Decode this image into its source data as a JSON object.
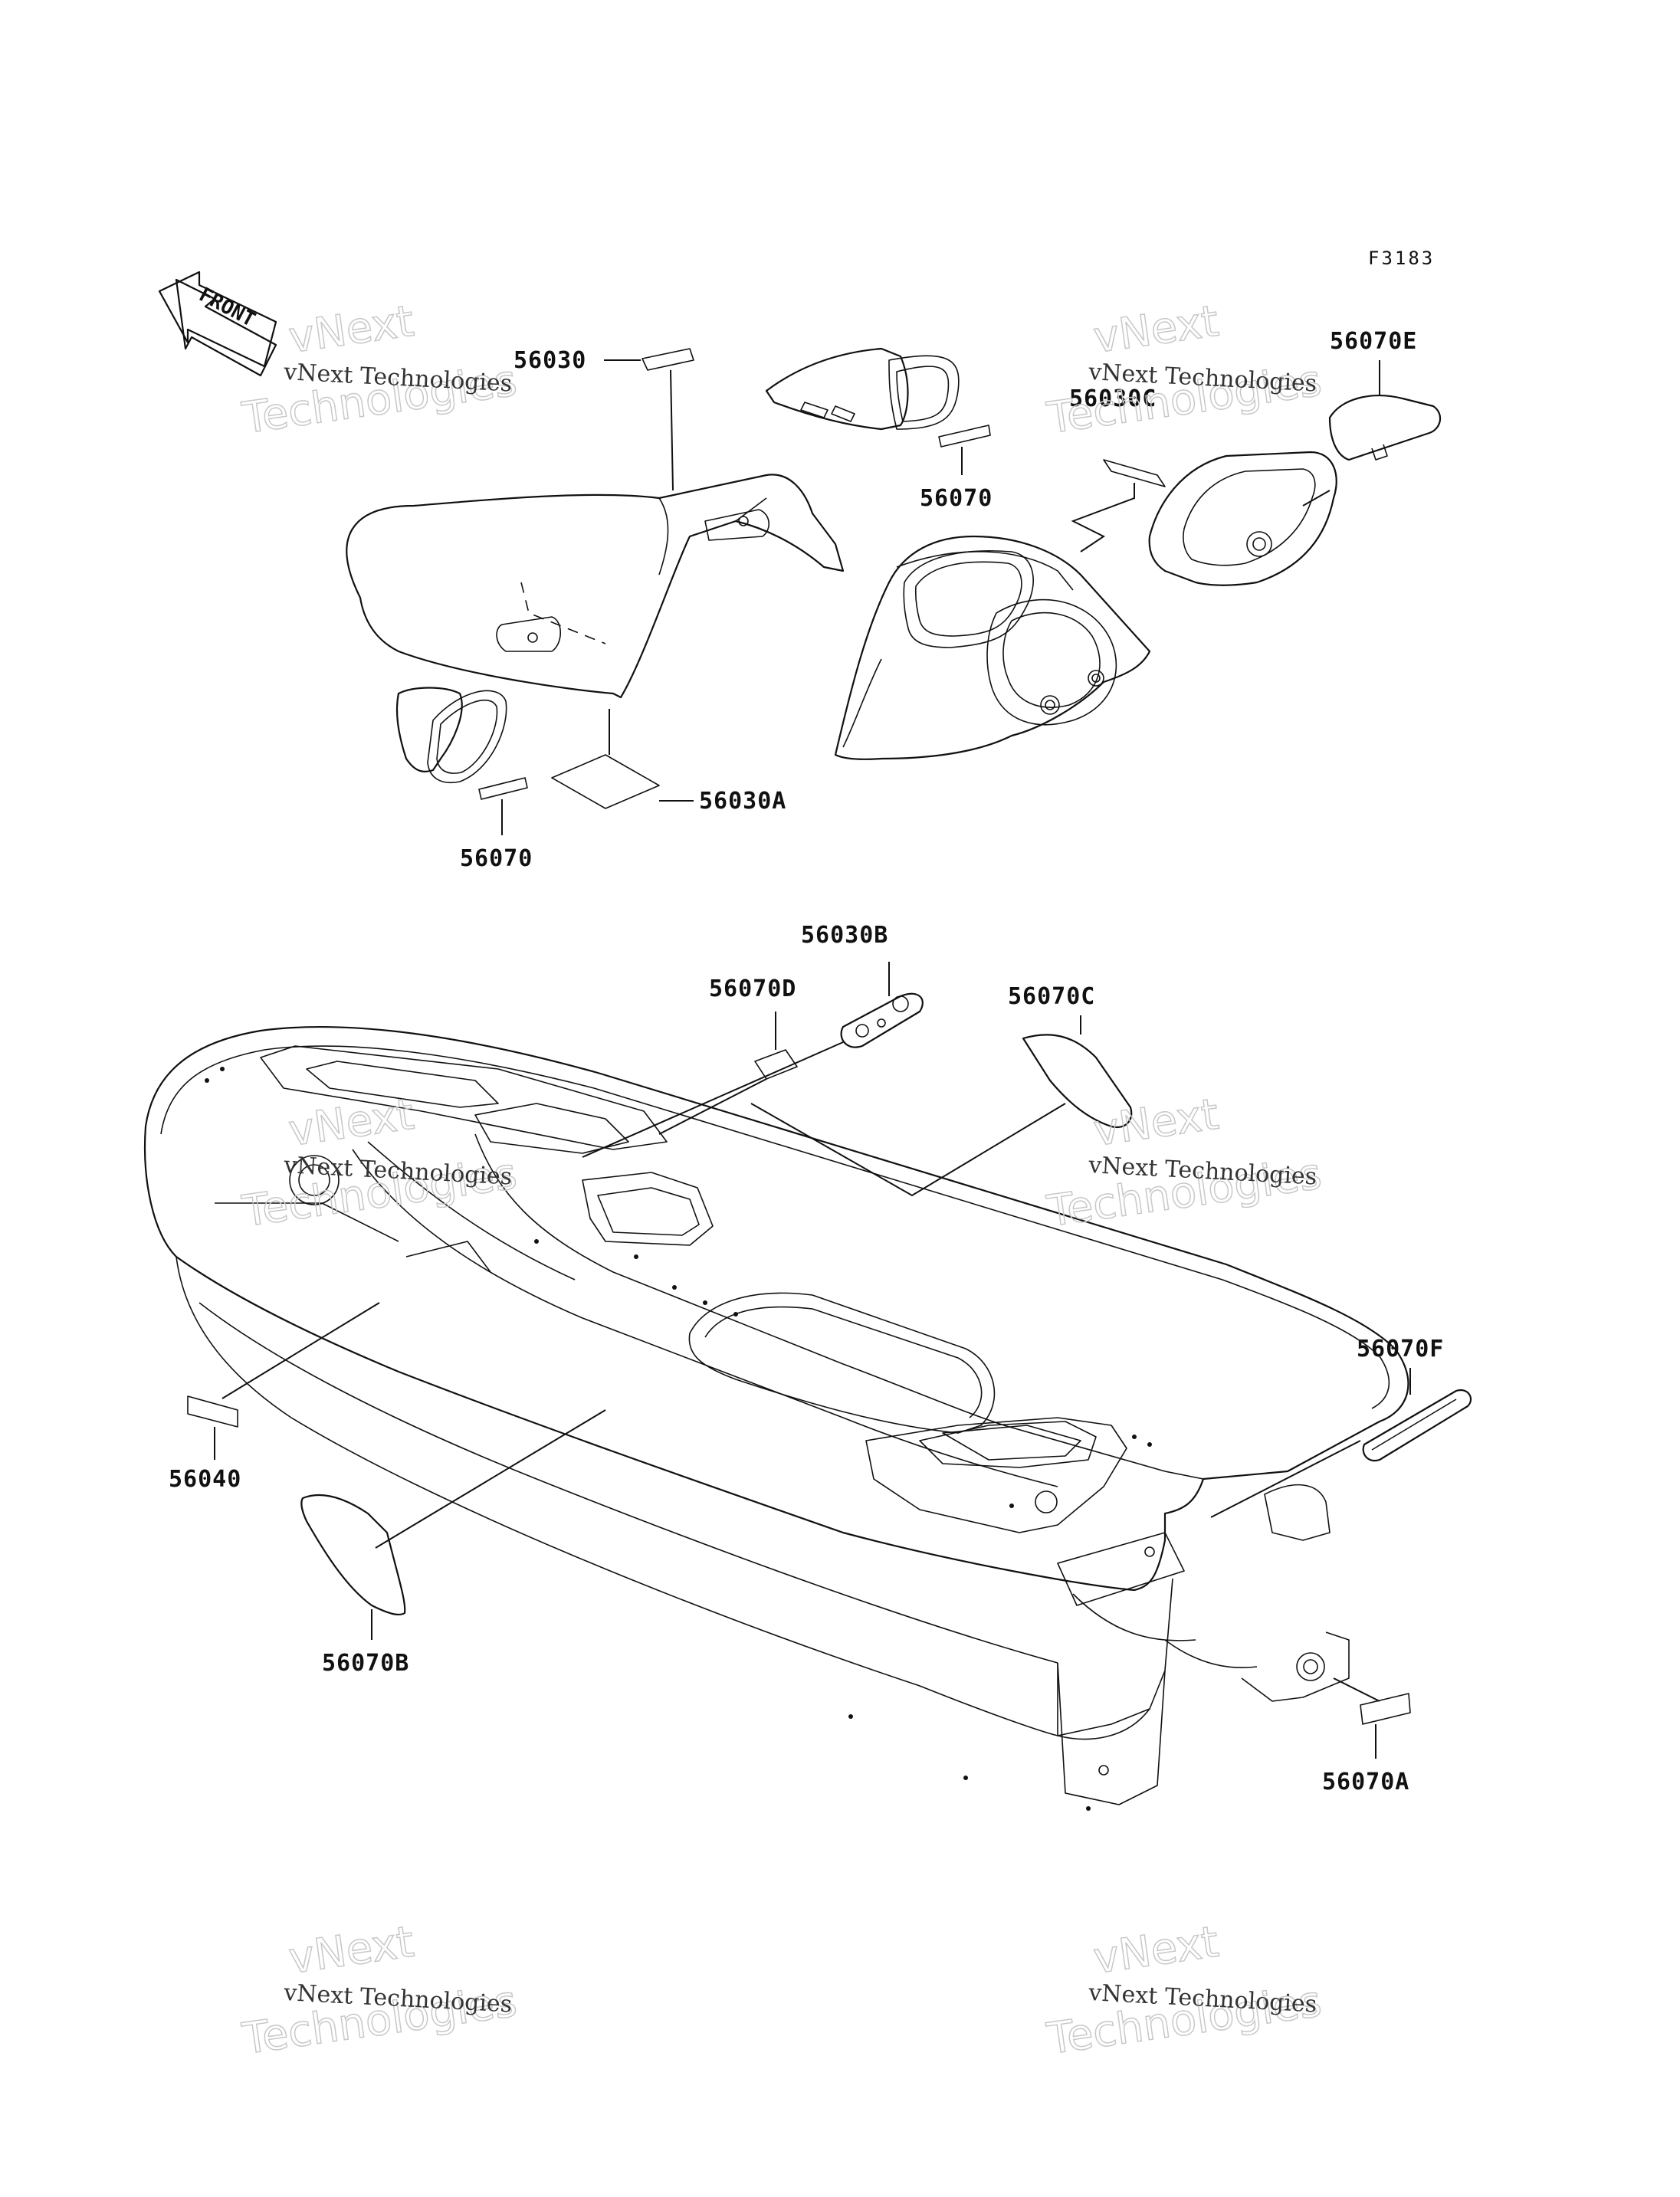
{
  "diagram_code": "F3183",
  "front_arrow_label": "FRONT",
  "watermark": {
    "line1": "vNext Technologies",
    "line2": "Technologies",
    "vnext": "vNext"
  },
  "parts": {
    "p56030": "56030",
    "p56030A": "56030A",
    "p56030B": "56030B",
    "p56030C": "56030C",
    "p56040": "56040",
    "p56070_top": "56070",
    "p56070_left": "56070",
    "p56070A": "56070A",
    "p56070B": "56070B",
    "p56070C": "56070C",
    "p56070D": "56070D",
    "p56070E": "56070E",
    "p56070F": "56070F"
  }
}
